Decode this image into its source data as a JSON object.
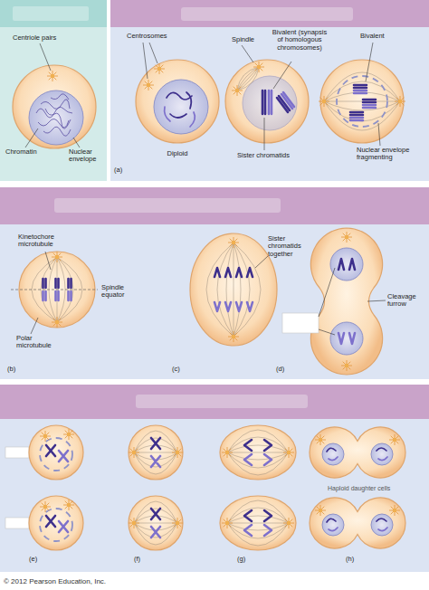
{
  "diagram": {
    "labels": [
      "Centriole pairs",
      "Centrosomes",
      "Spindle",
      "Bivalent (synapsis of homologous chromosomes)",
      "Bivalent",
      "Chromatin",
      "Nuclear envelope",
      "Diploid",
      "Sister chromatids",
      "Nuclear envelope fragmenting",
      "(a)",
      "Kinetochore microtubule",
      "Sister chromatids together",
      "Spindle equator",
      "Cleavage furrow",
      "Polar microtubule",
      "(b)",
      "(c)",
      "(d)",
      "Haploid daughter cells",
      "(e)",
      "(f)",
      "(g)",
      "(h)",
      "© 2012 Pearson Education, Inc."
    ]
  }
}
